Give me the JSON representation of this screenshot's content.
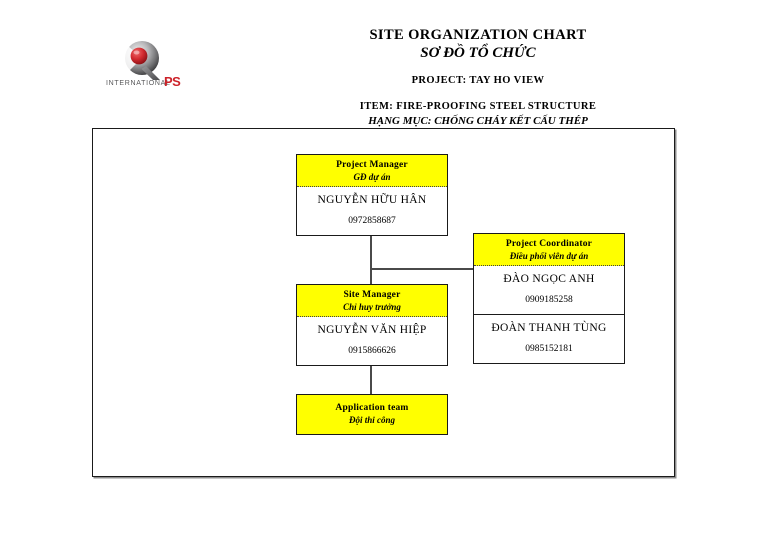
{
  "header": {
    "logo": {
      "icon": "ips-globe-logo",
      "wordmark_left": "INTERNATIONAL",
      "wordmark_right": "PS",
      "brand_red": "#cc2229",
      "brand_dark": "#58585a"
    },
    "main_title_en": "SITE ORGANIZATION CHART",
    "main_title_vi": "SƠ ĐỒ TỔ CHỨC",
    "project_line": "PROJECT: TAY HO VIEW",
    "item_line_en": "ITEM: FIRE-PROOFING STEEL STRUCTURE",
    "item_line_vi": "HẠNG MỤC: CHỐNG CHÁY KẾT CẤU THÉP"
  },
  "colors": {
    "header_fill": "#ffff00",
    "box_border": "#1a1a1a",
    "connector": "#4a4a4a",
    "frame_shadow": "#8c8c8c"
  },
  "chart_data": {
    "type": "diagram",
    "title": "SITE ORGANIZATION CHART",
    "nodes": [
      {
        "id": "project-manager",
        "title_en": "Project Manager",
        "title_vi": "GĐ dự án",
        "people": [
          {
            "name": "NGUYỄN HỮU HÂN",
            "phone": "0972858687"
          }
        ]
      },
      {
        "id": "project-coordinator",
        "title_en": "Project Coordinator",
        "title_vi": "Điều phối viên dự án",
        "people": [
          {
            "name": "ĐÀO NGỌC ANH",
            "phone": "0909185258"
          },
          {
            "name": "ĐOÀN THANH TÙNG",
            "phone": "0985152181"
          }
        ]
      },
      {
        "id": "site-manager",
        "title_en": "Site Manager",
        "title_vi": "Chỉ huy trưởng",
        "people": [
          {
            "name": "NGUYỄN VĂN HIỆP",
            "phone": "0915866626"
          }
        ]
      },
      {
        "id": "application-team",
        "title_en": "Application team",
        "title_vi": "Đội thi công",
        "people": []
      }
    ],
    "edges": [
      {
        "from": "project-manager",
        "to": "site-manager"
      },
      {
        "from": "project-manager",
        "to": "project-coordinator"
      },
      {
        "from": "site-manager",
        "to": "application-team"
      }
    ]
  }
}
